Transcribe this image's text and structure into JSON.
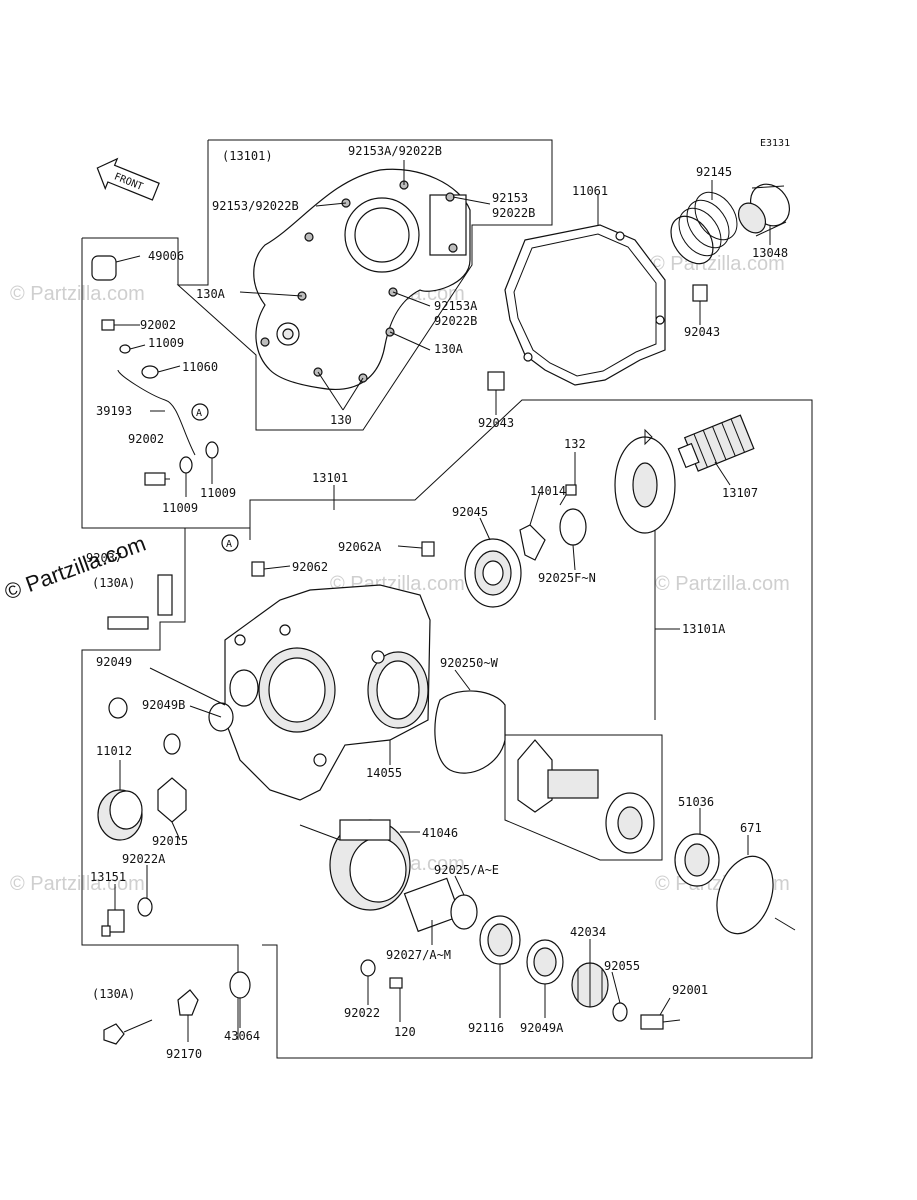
{
  "diagram_code": "E3131",
  "front_label": "FRONT",
  "callout_symbol": "A",
  "watermarks": [
    "© Partzilla.com",
    "© Partzilla.com",
    "© Partzilla.com",
    "© Partzilla.com",
    "© Partzilla.com",
    "© Partzilla.com",
    "© Partzilla.com",
    "© Partzilla.com"
  ],
  "watermark_main": "© Partzilla.com",
  "labels": {
    "l_13101_paren": "(13101)",
    "l_92153A_92022B_top": "92153A/92022B",
    "l_92153_92022B_left": "92153/92022B",
    "l_92153_r": "92153",
    "l_92022B_r": "92022B",
    "l_130A_a": "130A",
    "l_92153A_b": "92153A",
    "l_92022B_b": "92022B",
    "l_130A_b": "130A",
    "l_130": "130",
    "l_49006": "49006",
    "l_92002_a": "92002",
    "l_11009_a": "11009",
    "l_11060": "11060",
    "l_39193": "39193",
    "l_92002_b": "92002",
    "l_11009_b": "11009",
    "l_11009_c": "11009",
    "l_11061": "11061",
    "l_92145": "92145",
    "l_13048": "13048",
    "l_92043_a": "92043",
    "l_92043_b": "92043",
    "l_13101": "13101",
    "l_132": "132",
    "l_13107": "13107",
    "l_14014": "14014",
    "l_92045": "92045",
    "l_92062A": "92062A",
    "l_92062": "92062",
    "l_92025FN": "92025F~N",
    "l_92037": "92037",
    "l_130A_paren1": "(130A)",
    "l_13101A": "13101A",
    "l_92049": "92049",
    "l_92049B": "92049B",
    "l_920250W": "920250~W",
    "l_11012": "11012",
    "l_14055": "14055",
    "l_92015": "92015",
    "l_51036": "51036",
    "l_671": "671",
    "l_41046": "41046",
    "l_92022A": "92022A",
    "l_92025AE": "92025/A~E",
    "l_13151": "13151",
    "l_42034": "42034",
    "l_92027AM": "92027/A~M",
    "l_92055": "92055",
    "l_92001": "92001",
    "l_130A_paren2": "(130A)",
    "l_92022": "92022",
    "l_120": "120",
    "l_92116": "92116",
    "l_92049A": "92049A",
    "l_43064": "43064",
    "l_92170": "92170"
  }
}
